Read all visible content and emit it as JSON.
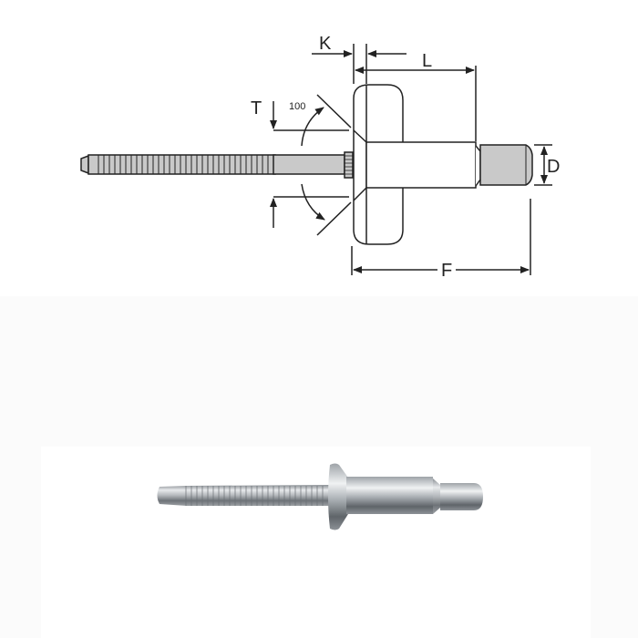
{
  "diagram": {
    "title": "Structural blind rivet technical drawing",
    "labels": {
      "k": "K",
      "l": "L",
      "t": "T",
      "angle": "100",
      "d": "D",
      "f": "F"
    }
  },
  "photo": {
    "subject": "Structural blind rivet (steel, countersunk head)"
  },
  "colors": {
    "line": "#222222",
    "mandrel_fill": "#c9c9c9",
    "body_fill": "#ffffff",
    "background": "#ffffff",
    "lower_background": "#fbfbfb",
    "metal_light": "#e6e8ea",
    "metal_mid": "#b4b8bc",
    "metal_dark": "#6e7378"
  }
}
